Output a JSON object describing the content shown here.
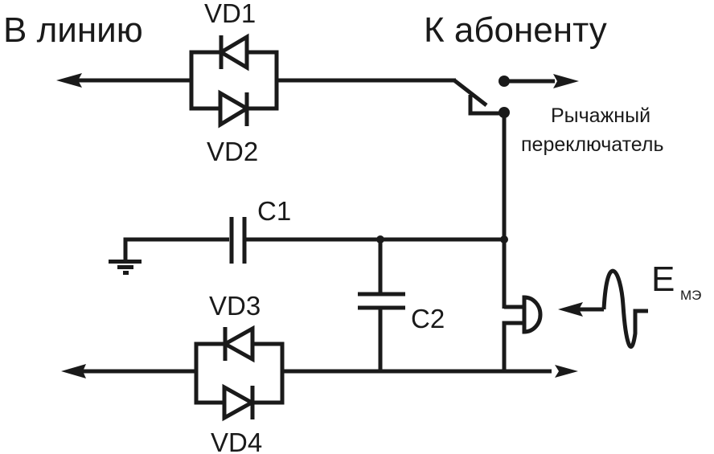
{
  "diagram": {
    "title_left": "В линию",
    "title_right": "К абоненту",
    "switch_label_line1": "Рычажный",
    "switch_label_line2": "переключатель",
    "components": {
      "vd1": "VD1",
      "vd2": "VD2",
      "vd3": "VD3",
      "vd4": "VD4",
      "c1": "C1",
      "c2": "C2"
    },
    "source_label": "E",
    "source_subscript": "МЭ",
    "colors": {
      "line": "#1a1a1a",
      "background": "#ffffff"
    }
  }
}
